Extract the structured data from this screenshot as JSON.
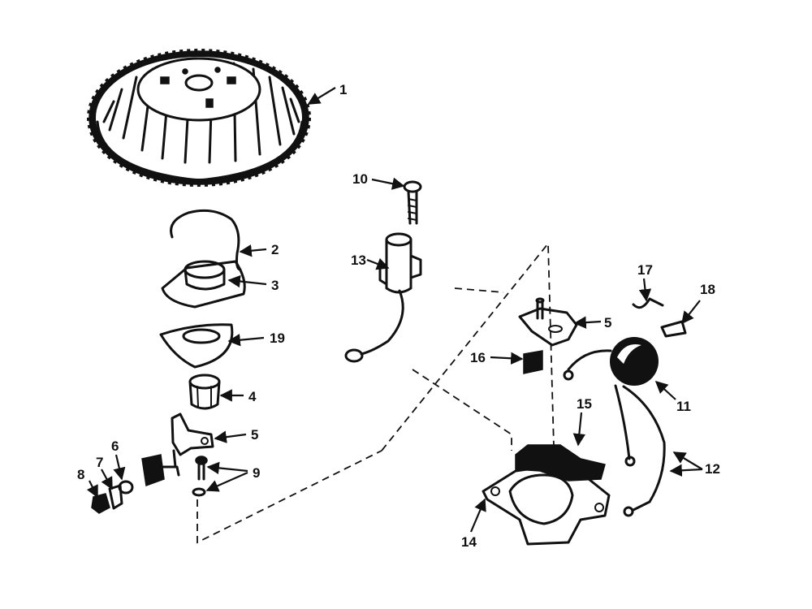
{
  "labels": {
    "l1": "1",
    "l2": "2",
    "l3": "3",
    "l4": "4",
    "l5a": "5",
    "l5b": "5",
    "l6": "6",
    "l7": "7",
    "l8": "8",
    "l9": "9",
    "l10": "10",
    "l11": "11",
    "l12": "12",
    "l13": "13",
    "l14": "14",
    "l15": "15",
    "l16": "16",
    "l17": "17",
    "l18": "18",
    "l19": "19"
  }
}
